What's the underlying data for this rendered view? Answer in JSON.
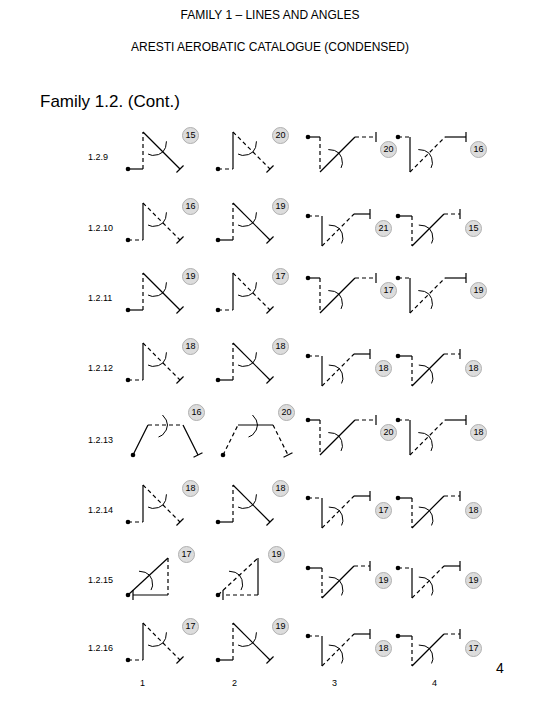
{
  "diagram": {
    "title": "FAMILY 1 – LINES AND ANGLES",
    "nodes": [
      {
        "text": [
          "15"
        ]
      },
      {
        "text": [
          "20"
        ]
      },
      {
        "text": [
          "20"
        ]
      },
      {
        "text": [
          "16"
        ]
      },
      {
        "text": [
          "16"
        ]
      },
      {
        "text": [
          "19"
        ]
      },
      {
        "text": [
          "21"
        ]
      },
      {
        "text": [
          "15"
        ]
      },
      {
        "text": [
          "19"
        ]
      },
      {
        "text": [
          "17"
        ]
      },
      {
        "text": [
          "17"
        ]
      },
      {
        "text": [
          "19"
        ]
      },
      {
        "text": [
          "18"
        ]
      },
      {
        "text": [
          "18"
        ]
      },
      {
        "text": [
          "18"
        ]
      },
      {
        "text": [
          "18"
        ]
      },
      {
        "text": [
          "16"
        ]
      },
      {
        "text": [
          "20"
        ]
      },
      {
        "text": [
          "20"
        ]
      },
      {
        "text": [
          "18"
        ]
      },
      {
        "text": [
          "18"
        ]
      },
      {
        "text": [
          "18"
        ]
      },
      {
        "text": [
          "17"
        ]
      },
      {
        "text": [
          "18"
        ]
      },
      {
        "text": [
          "17"
        ]
      },
      {
        "text": [
          "19"
        ]
      },
      {
        "text": [
          "19"
        ]
      },
      {
        "text": [
          "19"
        ]
      },
      {
        "text": [
          "17"
        ]
      },
      {
        "text": [
          "19"
        ]
      },
      {
        "text": [
          "18"
        ]
      },
      {
        "text": [
          "17"
        ]
      }
    ],
    "labels": [
      "ARESTI AEROBATIC CATALOGUE (CONDENSED)",
      "Family 1.2. (Cont.)",
      "1.2.9",
      "1.2.10",
      "1.2.11",
      "1.2.12",
      "1.2.13",
      "1.2.14",
      "1.2.15",
      "1.2.16",
      "1",
      "2",
      "3",
      "4",
      "4"
    ]
  }
}
